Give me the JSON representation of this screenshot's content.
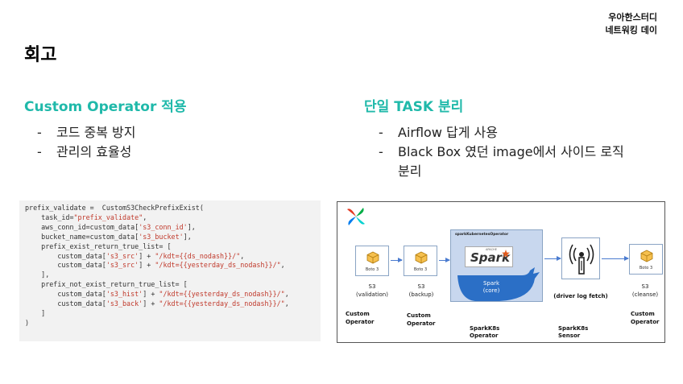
{
  "header": {
    "brand_line1": "우아한스터디",
    "brand_line2": "네트워킹 데이"
  },
  "slide": {
    "title": "회고"
  },
  "left": {
    "title": "Custom Operator 적용",
    "bullets": [
      "코드 중복 방지",
      "관리의 효율성"
    ]
  },
  "right": {
    "title": "단일 TASK 분리",
    "bullets": [
      "Airflow 답게 사용",
      "Black Box 였던 image에서 사이드 로직 분리"
    ]
  },
  "code": {
    "lines": [
      [
        {
          "t": "prefix_validate =  CustomS3CheckPrefixExist("
        }
      ],
      [
        {
          "t": "    task_id="
        },
        {
          "t": "\"prefix_validate\"",
          "s": 1
        },
        {
          "t": ","
        }
      ],
      [
        {
          "t": "    aws_conn_id=custom_data["
        },
        {
          "t": "'s3_conn_id'",
          "s": 1
        },
        {
          "t": "],"
        }
      ],
      [
        {
          "t": "    bucket_name=custom_data["
        },
        {
          "t": "'s3_bucket'",
          "s": 1
        },
        {
          "t": "],"
        }
      ],
      [
        {
          "t": "    prefix_exist_return_true_list= ["
        }
      ],
      [
        {
          "t": "        custom_data["
        },
        {
          "t": "'s3_src'",
          "s": 1
        },
        {
          "t": "] + "
        },
        {
          "t": "\"/kdt={{ds_nodash}}/\"",
          "s": 1
        },
        {
          "t": ","
        }
      ],
      [
        {
          "t": "        custom_data["
        },
        {
          "t": "'s3_src'",
          "s": 1
        },
        {
          "t": "] + "
        },
        {
          "t": "\"/kdt={{yesterday_ds_nodash}}/\"",
          "s": 1
        },
        {
          "t": ","
        }
      ],
      [
        {
          "t": "    ],"
        }
      ],
      [
        {
          "t": "    prefix_not_exist_return_true_list= ["
        }
      ],
      [
        {
          "t": "        custom_data["
        },
        {
          "t": "'s3_hist'",
          "s": 1
        },
        {
          "t": "] + "
        },
        {
          "t": "\"/kdt={{yesterday_ds_nodash}}/\"",
          "s": 1
        },
        {
          "t": ","
        }
      ],
      [
        {
          "t": "        custom_data["
        },
        {
          "t": "'s3_back'",
          "s": 1
        },
        {
          "t": "] + "
        },
        {
          "t": "\"/kdt={{yesterday_ds_nodash}}/\"",
          "s": 1
        },
        {
          "t": ","
        }
      ],
      [
        {
          "t": "    ]"
        }
      ],
      [
        {
          "t": ")"
        }
      ]
    ]
  },
  "diagram": {
    "node_caption": "Boto 3",
    "spark_header": "sparkKubernetesOperator",
    "spark_logo": "Spark",
    "spark_apache": "APACHE",
    "nodes": {
      "validation": {
        "name": "S3",
        "sub": "(validation)",
        "op1": "Custom",
        "op2": "Operator"
      },
      "backup": {
        "name": "S3",
        "sub": "(backup)",
        "op1": "Custom",
        "op2": "Operator"
      },
      "spark": {
        "name": "Spark",
        "sub": "(core)",
        "op1": "SparkK8s",
        "op2": "Operator"
      },
      "sensor": {
        "name": "(driver log fetch)",
        "op1": "SparkK8s",
        "op2": "Sensor"
      },
      "cleanse": {
        "name": "S3",
        "sub": "(cleanse)",
        "op1": "Custom",
        "op2": "Operator"
      }
    },
    "colors": {
      "accent": "#20b9aa",
      "spark_bg": "#c8d7ee",
      "whale": "#2b6fc6",
      "arrow": "#4a7bd0",
      "boto": "#e8a317"
    }
  }
}
